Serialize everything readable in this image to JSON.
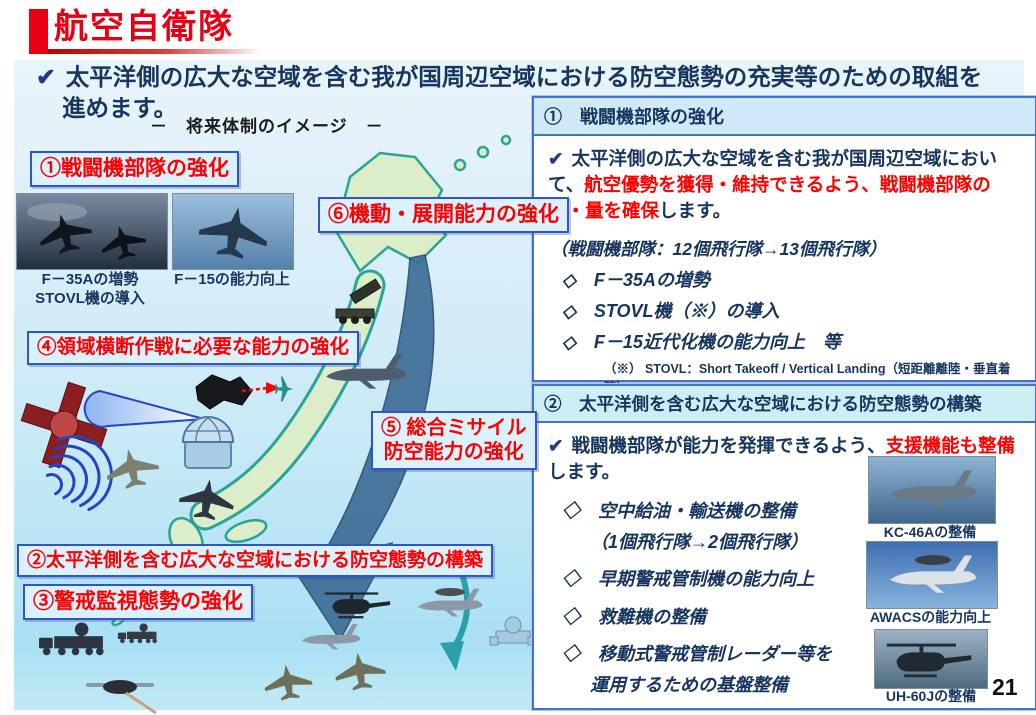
{
  "slide": {
    "title": "航空自衛隊",
    "subtitle": "－　将来体制のイメージ　－",
    "page_number": "21"
  },
  "lead": {
    "check": "✔",
    "line1": "太平洋側の広大な空域を含む我が国周辺空域における防空態勢の充実等のための取組を",
    "line2": "進めます。"
  },
  "map": {
    "labels": {
      "b1": "①戦闘機部隊の強化",
      "b6": "⑥機動・展開能力の強化",
      "b4": "④領域横断作戦に必要な能力の強化",
      "b5a": "⑤ 総合ミサイル",
      "b5b": "防空能力の強化",
      "b2": "②太平洋側を含む広大な空域における防空態勢の構築",
      "b3": "③警戒監視態勢の強化"
    },
    "captions": {
      "f35a": "F－35Aの増勢",
      "f35b": "STOVL機の導入",
      "f15": "F－15の能力向上"
    }
  },
  "panel1": {
    "header": "①　戦闘機部隊の強化",
    "check": "✔",
    "body": {
      "seg1": "太平洋側の広大な空域を含む我が国周辺空域において、",
      "seg2_red": "航空優勢を獲得・維持できるよう、戦闘機部隊の質・量を確保",
      "seg3": "します。"
    },
    "subnote": "（戦闘機部隊：12個飛行隊→13個飛行隊）",
    "items": [
      "◇　F－35Aの増勢",
      "◇　STOVL機（※）の導入",
      "◇　F－15近代化機の能力向上　等"
    ],
    "footnote": "（※） STOVL：Short Takeoff / Vertical Landing（短距離離陸・垂直着陸）"
  },
  "panel2": {
    "header": "②　太平洋側を含む広大な空域における防空態勢の構築",
    "check": "✔",
    "body": {
      "seg1": "戦闘機部隊が能力を発揮できるよう、",
      "seg2_red": "支援機能も整備",
      "seg3": "します。"
    },
    "items": [
      "◇　空中給油・輸送機の整備",
      "（1個飛行隊→2個飛行隊）",
      "◇　早期警戒管制機の能力向上",
      "◇　救難機の整備",
      "◇　移動式警戒管制レーダー等を",
      "運用するための基盤整備"
    ],
    "photo_captions": [
      "KC-46Aの整備",
      "AWACSの能力向上",
      "UH-60Jの整備"
    ]
  },
  "colors": {
    "accent_red": "#e60012",
    "highlight_red": "#ff0000",
    "text_navy": "#17355e",
    "label_box_bg": "#d9f2fd",
    "label_box_border": "#2f55c8",
    "panel_border": "#4472c4",
    "panel1_header_bg": "#cfe9f8",
    "panel2_header_bg": "#cdeef4",
    "sea_gradient_bottom": "#a9e0f3",
    "land_fill": "#dcedca",
    "land_stroke": "#2aa39b",
    "deployment_arrow": "#3e6d96"
  }
}
